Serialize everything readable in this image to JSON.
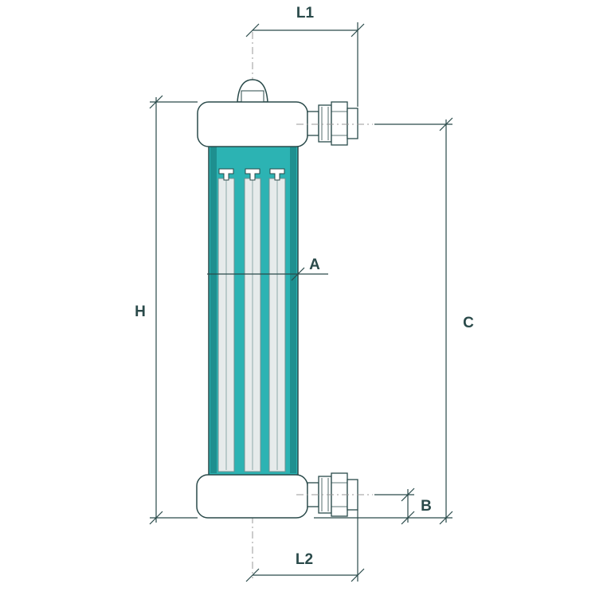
{
  "labels": {
    "L1": "L1",
    "L2": "L2",
    "H": "H",
    "C": "C",
    "A": "A",
    "B": "B"
  },
  "colors": {
    "line": "#2a4a4a",
    "teal": "#2cb3b3",
    "teal_dark": "#1e8f8f",
    "housing": "#ffffff",
    "lamp": "#e6ebeb",
    "centerline": "#999999"
  }
}
